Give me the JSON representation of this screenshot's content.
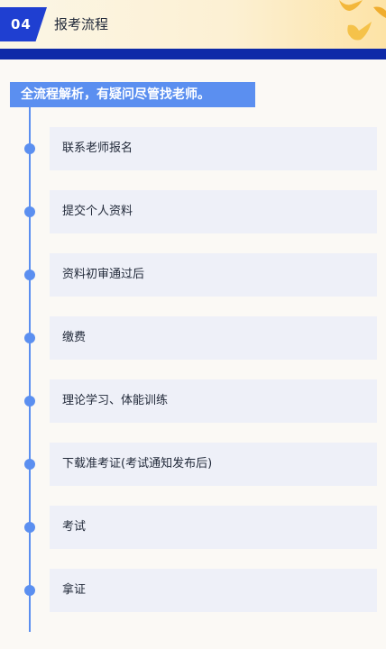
{
  "header": {
    "number": "04",
    "title": "报考流程",
    "colors": {
      "accent": "#1f3fd1",
      "bar": "#0e2aa8"
    }
  },
  "banner": {
    "text": "全流程解析，有疑问尽管找老师。",
    "color": "#5b8ff0"
  },
  "steps": [
    {
      "label": "联系老师报名"
    },
    {
      "label": "提交个人资料"
    },
    {
      "label": "资料初审通过后"
    },
    {
      "label": "缴费"
    },
    {
      "label": "理论学习、体能训练"
    },
    {
      "label": "下载准考证(考试通知发布后)"
    },
    {
      "label": "考试"
    },
    {
      "label": "拿证"
    }
  ]
}
